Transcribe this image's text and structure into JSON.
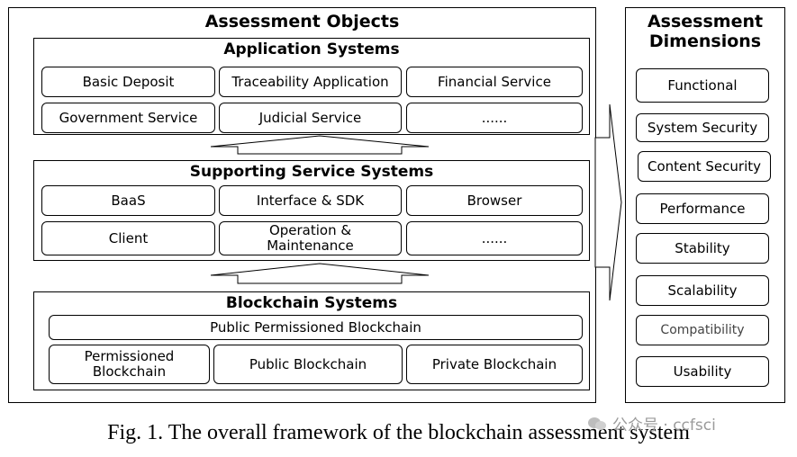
{
  "objects": {
    "title": "Assessment Objects",
    "application": {
      "title": "Application Systems",
      "items": [
        "Basic Deposit",
        "Traceability Application",
        "Financial Service",
        "Government Service",
        "Judicial Service",
        "......"
      ]
    },
    "supporting": {
      "title": "Supporting Service Systems",
      "items": [
        "BaaS",
        "Interface & SDK",
        "Browser",
        "Client",
        "Operation & Maintenance",
        "......"
      ]
    },
    "blockchain": {
      "title": "Blockchain Systems",
      "top_item": "Public Permissioned Blockchain",
      "items": [
        "Permissioned Blockchain",
        "Public Blockchain",
        "Private Blockchain"
      ]
    }
  },
  "dimensions": {
    "title": "Assessment Dimensions",
    "items": [
      "Functional",
      "System Security",
      "Content Security",
      "Performance",
      "Stability",
      "Scalability",
      "Compatibility",
      "Usability"
    ]
  },
  "caption": "Fig. 1. The overall framework of the blockchain assessment system",
  "watermark": "公众号 · ccfsci"
}
